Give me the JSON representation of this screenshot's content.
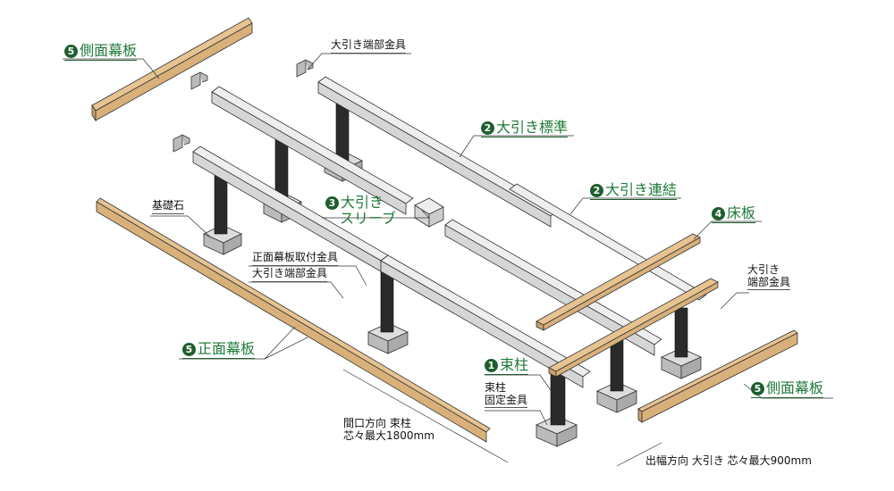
{
  "diagram": {
    "title_hidden": "",
    "parts": [
      {
        "id": "p1",
        "num": "1",
        "label": "束柱"
      },
      {
        "id": "p2a",
        "num": "2",
        "label": "大引き標準"
      },
      {
        "id": "p2b",
        "num": "2",
        "label": "大引き連結"
      },
      {
        "id": "p3",
        "num": "3",
        "label_line1": "大引き",
        "label_line2": "スリーブ"
      },
      {
        "id": "p4",
        "num": "4",
        "label": "床板"
      },
      {
        "id": "p5a",
        "num": "5",
        "label": "側面幕板"
      },
      {
        "id": "p5b",
        "num": "5",
        "label": "正面幕板"
      },
      {
        "id": "p5c",
        "num": "5",
        "label": "側面幕板"
      }
    ],
    "callouts": {
      "end_bracket_top": "大引き端部金具",
      "foundation": "基礎石",
      "front_panel_bracket": "正面幕板取付金具",
      "end_bracket_left": "大引き端部金具",
      "end_bracket_right_line1": "大引き",
      "end_bracket_right_line2": "端部金具",
      "post_bracket_line1": "束柱",
      "post_bracket_line2": "固定金具"
    },
    "dimensions": {
      "frontage_line1": "間口方向 束柱",
      "frontage_line2": "芯々最大1800mm",
      "depth": "出幅方向 大引き 芯々最大900mm"
    },
    "colors": {
      "accent_green": "#1f7a3a",
      "wood": "#d8b07a",
      "wood_dark": "#b88c55",
      "beam": "#d6d6d6",
      "post": "#2a2a2a",
      "stone": "#c8c8c8"
    }
  }
}
